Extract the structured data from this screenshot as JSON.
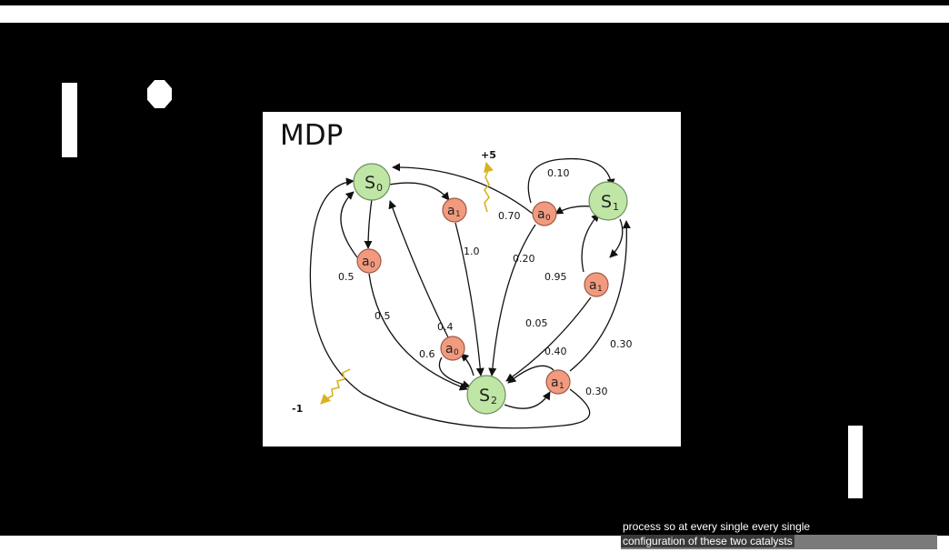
{
  "diagram": {
    "title": "MDP",
    "nodes": [
      {
        "id": "s0",
        "kind": "state",
        "label": "S",
        "sub": "0"
      },
      {
        "id": "s1",
        "kind": "state",
        "label": "S",
        "sub": "1"
      },
      {
        "id": "s2",
        "kind": "state",
        "label": "S",
        "sub": "2"
      },
      {
        "id": "s0a0",
        "kind": "action",
        "label": "a",
        "sub": "0"
      },
      {
        "id": "s0a1",
        "kind": "action",
        "label": "a",
        "sub": "1"
      },
      {
        "id": "s1a0",
        "kind": "action",
        "label": "a",
        "sub": "0"
      },
      {
        "id": "s1a1",
        "kind": "action",
        "label": "a",
        "sub": "1"
      },
      {
        "id": "s2a0",
        "kind": "action",
        "label": "a",
        "sub": "0"
      },
      {
        "id": "s2a1",
        "kind": "action",
        "label": "a",
        "sub": "1"
      }
    ],
    "edge_labels": {
      "s0a0_to_s0": "0.5",
      "s0a0_to_s2": "0.5",
      "s0a1_to_s2": "1.0",
      "s1a0_to_s0": "0.70",
      "s1a0_to_s1": "0.10",
      "s1a0_to_s2": "0.20",
      "s1a1_to_s1": "0.95",
      "s1a1_to_s2": "0.05",
      "s2a0_to_s0": "0.4",
      "s2a0_to_s2": "0.6",
      "s2a1_to_s2": "0.40",
      "s2a1_to_s1": "0.30",
      "s2a1_to_s0": "0.30"
    },
    "rewards": {
      "positive": "+5",
      "negative": "-1"
    },
    "colors": {
      "state_fill": "#bfe6a5",
      "state_stroke": "#6f8f60",
      "action_fill": "#f29a7e",
      "action_stroke": "#9c5a48",
      "reward_arrow": "#d9b21f"
    }
  },
  "captions": {
    "line1": "process so at every single every single",
    "line2": "configuration of these two catalysts"
  }
}
